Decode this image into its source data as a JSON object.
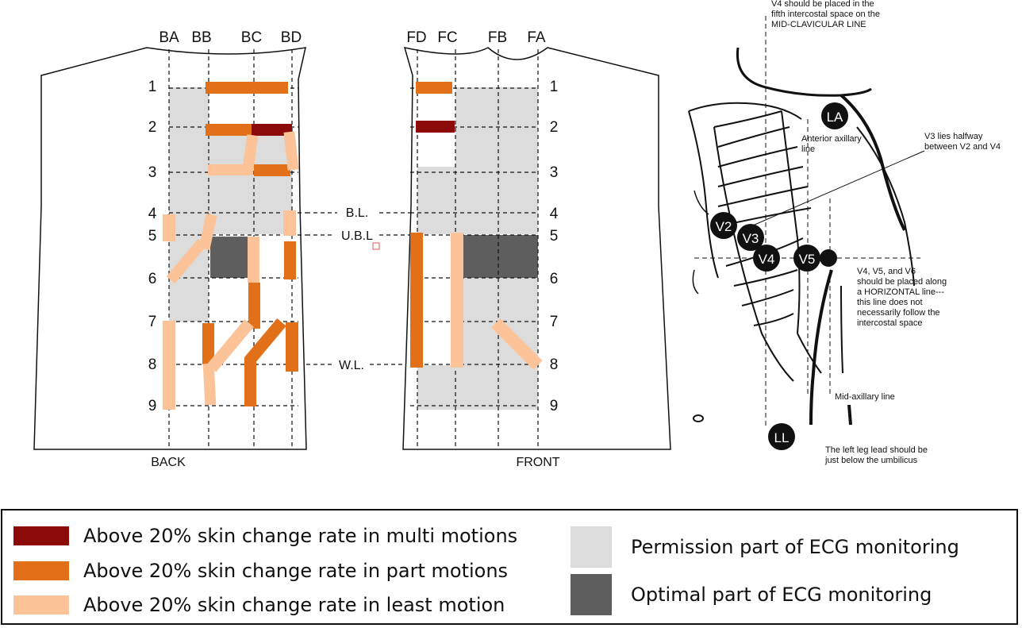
{
  "back": {
    "caption": "BACK",
    "columns": [
      "BA",
      "BB",
      "BC",
      "BD"
    ],
    "rows": [
      "1",
      "2",
      "3",
      "4",
      "5",
      "6",
      "7",
      "8",
      "9"
    ]
  },
  "front": {
    "caption": "FRONT",
    "columns": [
      "FD",
      "FC",
      "FB",
      "FA"
    ],
    "rows": [
      "1",
      "2",
      "3",
      "4",
      "5",
      "6",
      "7",
      "8",
      "9"
    ],
    "landmarks": [
      "B.L.",
      "U.B.L",
      "W.L."
    ]
  },
  "ecg_figure": {
    "electrodes": [
      "LA",
      "V2",
      "V3",
      "V4",
      "V5",
      "LL"
    ],
    "notes": {
      "v4_line1": "V4 should be placed in the",
      "v4_line2": "fifth intercostal space on the",
      "v4_line3": "MID-CLAVICULAR LINE",
      "anterior1": "Anterior axillary",
      "anterior2": "line",
      "v3_line1": "V3 lies halfway",
      "v3_line2": "between V2 and V4",
      "horiz1": "V4, V5, and V6",
      "horiz2": "should be placed along",
      "horiz3": "a HORIZONTAL line---",
      "horiz4": "this line does not",
      "horiz5": "necessarily follow the",
      "horiz6": "intercostal space",
      "midax": "Mid-axillary line",
      "ll1": "The left leg lead should be",
      "ll2": "just below the umbilicus"
    }
  },
  "legend": {
    "multi": "Above 20% skin change rate in multi motions",
    "part": "Above 20% skin change rate in part motions",
    "least": "Above 20% skin change rate in least motion",
    "permission": "Permission part of ECG monitoring",
    "optimal": "Optimal part of ECG monitoring"
  },
  "colors": {
    "multi": "#8B0A0A",
    "part": "#E27018",
    "least": "#FCC399",
    "permission": "#DCDCDC",
    "optimal": "#5E5E5E"
  }
}
